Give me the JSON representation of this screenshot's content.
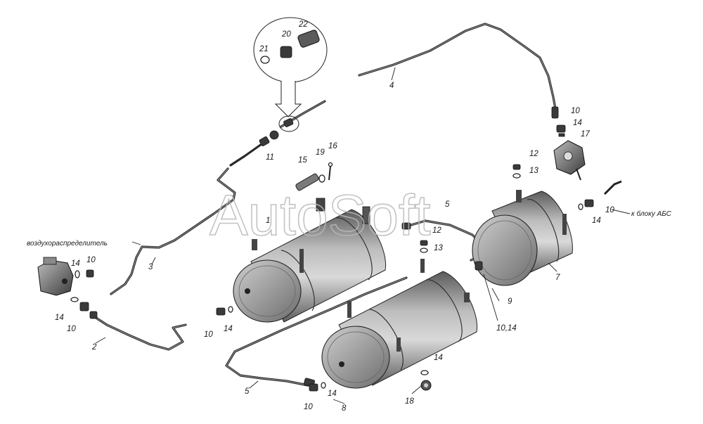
{
  "watermark": "AutoSoft",
  "notes": {
    "air_distributor": "воздухораспределитель",
    "abs_unit": "к блоку АБС"
  },
  "callouts": {
    "c1": "1",
    "c2": "2",
    "c3": "3",
    "c4": "4",
    "c5": "5",
    "c5b": "5",
    "c7": "7",
    "c8": "8",
    "c9": "9",
    "c10_14": "10,14",
    "c10a": "10",
    "c10b": "10",
    "c10c": "10",
    "c10d": "10",
    "c10e": "10",
    "c10f": "10",
    "c11": "11",
    "c12a": "12",
    "c12b": "12",
    "c13a": "13",
    "c13b": "13",
    "c14a": "14",
    "c14b": "14",
    "c14c": "14",
    "c14d": "14",
    "c14e": "14",
    "c14f": "14",
    "c14g": "14",
    "c15": "15",
    "c16": "16",
    "c17": "17",
    "c18": "18",
    "c19": "19",
    "c20": "20",
    "c21": "21",
    "c22": "22"
  }
}
